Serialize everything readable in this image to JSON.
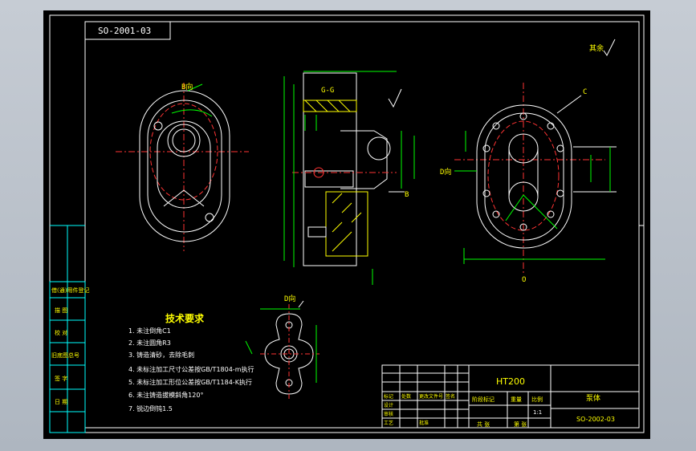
{
  "drawing": {
    "code_top": "SO-2001-03",
    "corner_mark": "其余",
    "tech_title": "技术要求",
    "tech_items": [
      "1. 未注倒角C1",
      "2. 未注圆角R3",
      "3. 铸造清砂，去除毛刺",
      "4. 未标注加工尺寸公差按GB/T1804-m执行",
      "5. 未标注加工形位公差按GB/T1184-K执行",
      "6. 未注铸造拔模斜角120°",
      "7. 锐边倒钝1.5"
    ],
    "view_labels": {
      "b_view": "B向",
      "c_view": "C",
      "d_view_left": "D向",
      "d_view_bottom": "D向",
      "section": "G-G",
      "o_mark": "O",
      "b_mark": "B"
    },
    "left_strip": [
      "借(通)用件登记",
      "描 图",
      "校 对",
      "旧底图总号",
      "签 字",
      "日 期"
    ],
    "title_block": {
      "part_name": "HT200",
      "material_label": "泵体",
      "drawing_number": "SO-2002-03",
      "scale_label": "比例",
      "scale_value": "1:1",
      "weight_label": "重量",
      "sheet_label": "共 张",
      "page_label": "第 张",
      "stage_label": "阶段标记",
      "rows": [
        "标记",
        "处数",
        "更改文件号",
        "签名",
        "设计",
        "审核",
        "工艺",
        "批准"
      ]
    }
  }
}
